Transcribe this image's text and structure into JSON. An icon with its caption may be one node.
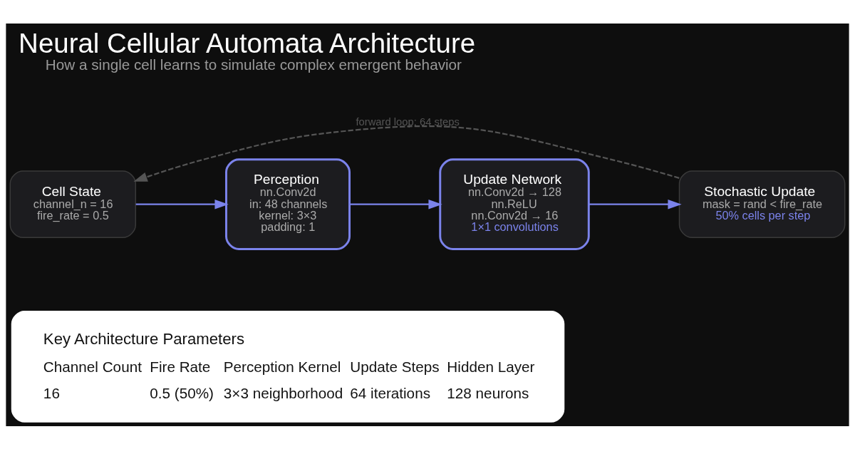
{
  "diagram": {
    "title": "Neural Cellular Automata Architecture",
    "caption": "How a single cell learns to simulate complex emergent behavior",
    "nodes": [
      {
        "text": [
          "Cell State",
          "channel_n = 16",
          "fire_rate = 0.5"
        ]
      },
      {
        "text": [
          "Perception",
          "nn.Conv2d",
          "in: 48 channels",
          "kernel: 3×3",
          "padding: 1"
        ]
      },
      {
        "text": [
          "Update Network",
          "nn.Conv2d → 128",
          "nn.ReLU",
          "nn.Conv2d → 16",
          "1×1 convolutions"
        ]
      },
      {
        "text": [
          "Stochastic Update",
          "mask = rand < fire_rate",
          "50% cells per step"
        ]
      },
      {
        "text": [
          "Key Architecture Parameters"
        ]
      }
    ],
    "edges": [
      {
        "from": 0,
        "to": 1,
        "arrow": "to"
      },
      {
        "from": 1,
        "to": 2,
        "arrow": "to"
      },
      {
        "from": 2,
        "to": 3,
        "arrow": "to"
      },
      {
        "from": 3,
        "to": 0,
        "arrow": "to",
        "style": "dashed",
        "color": "#555555",
        "label": "forward loop: 64 steps"
      }
    ],
    "labels": [
      "Channel Count",
      "16",
      "Fire Rate",
      "0.5 (50%)",
      "Perception Kernel",
      "3×3 neighborhood",
      "Update Steps",
      "64 iterations",
      "Hidden Layer",
      "128 neurons"
    ]
  }
}
